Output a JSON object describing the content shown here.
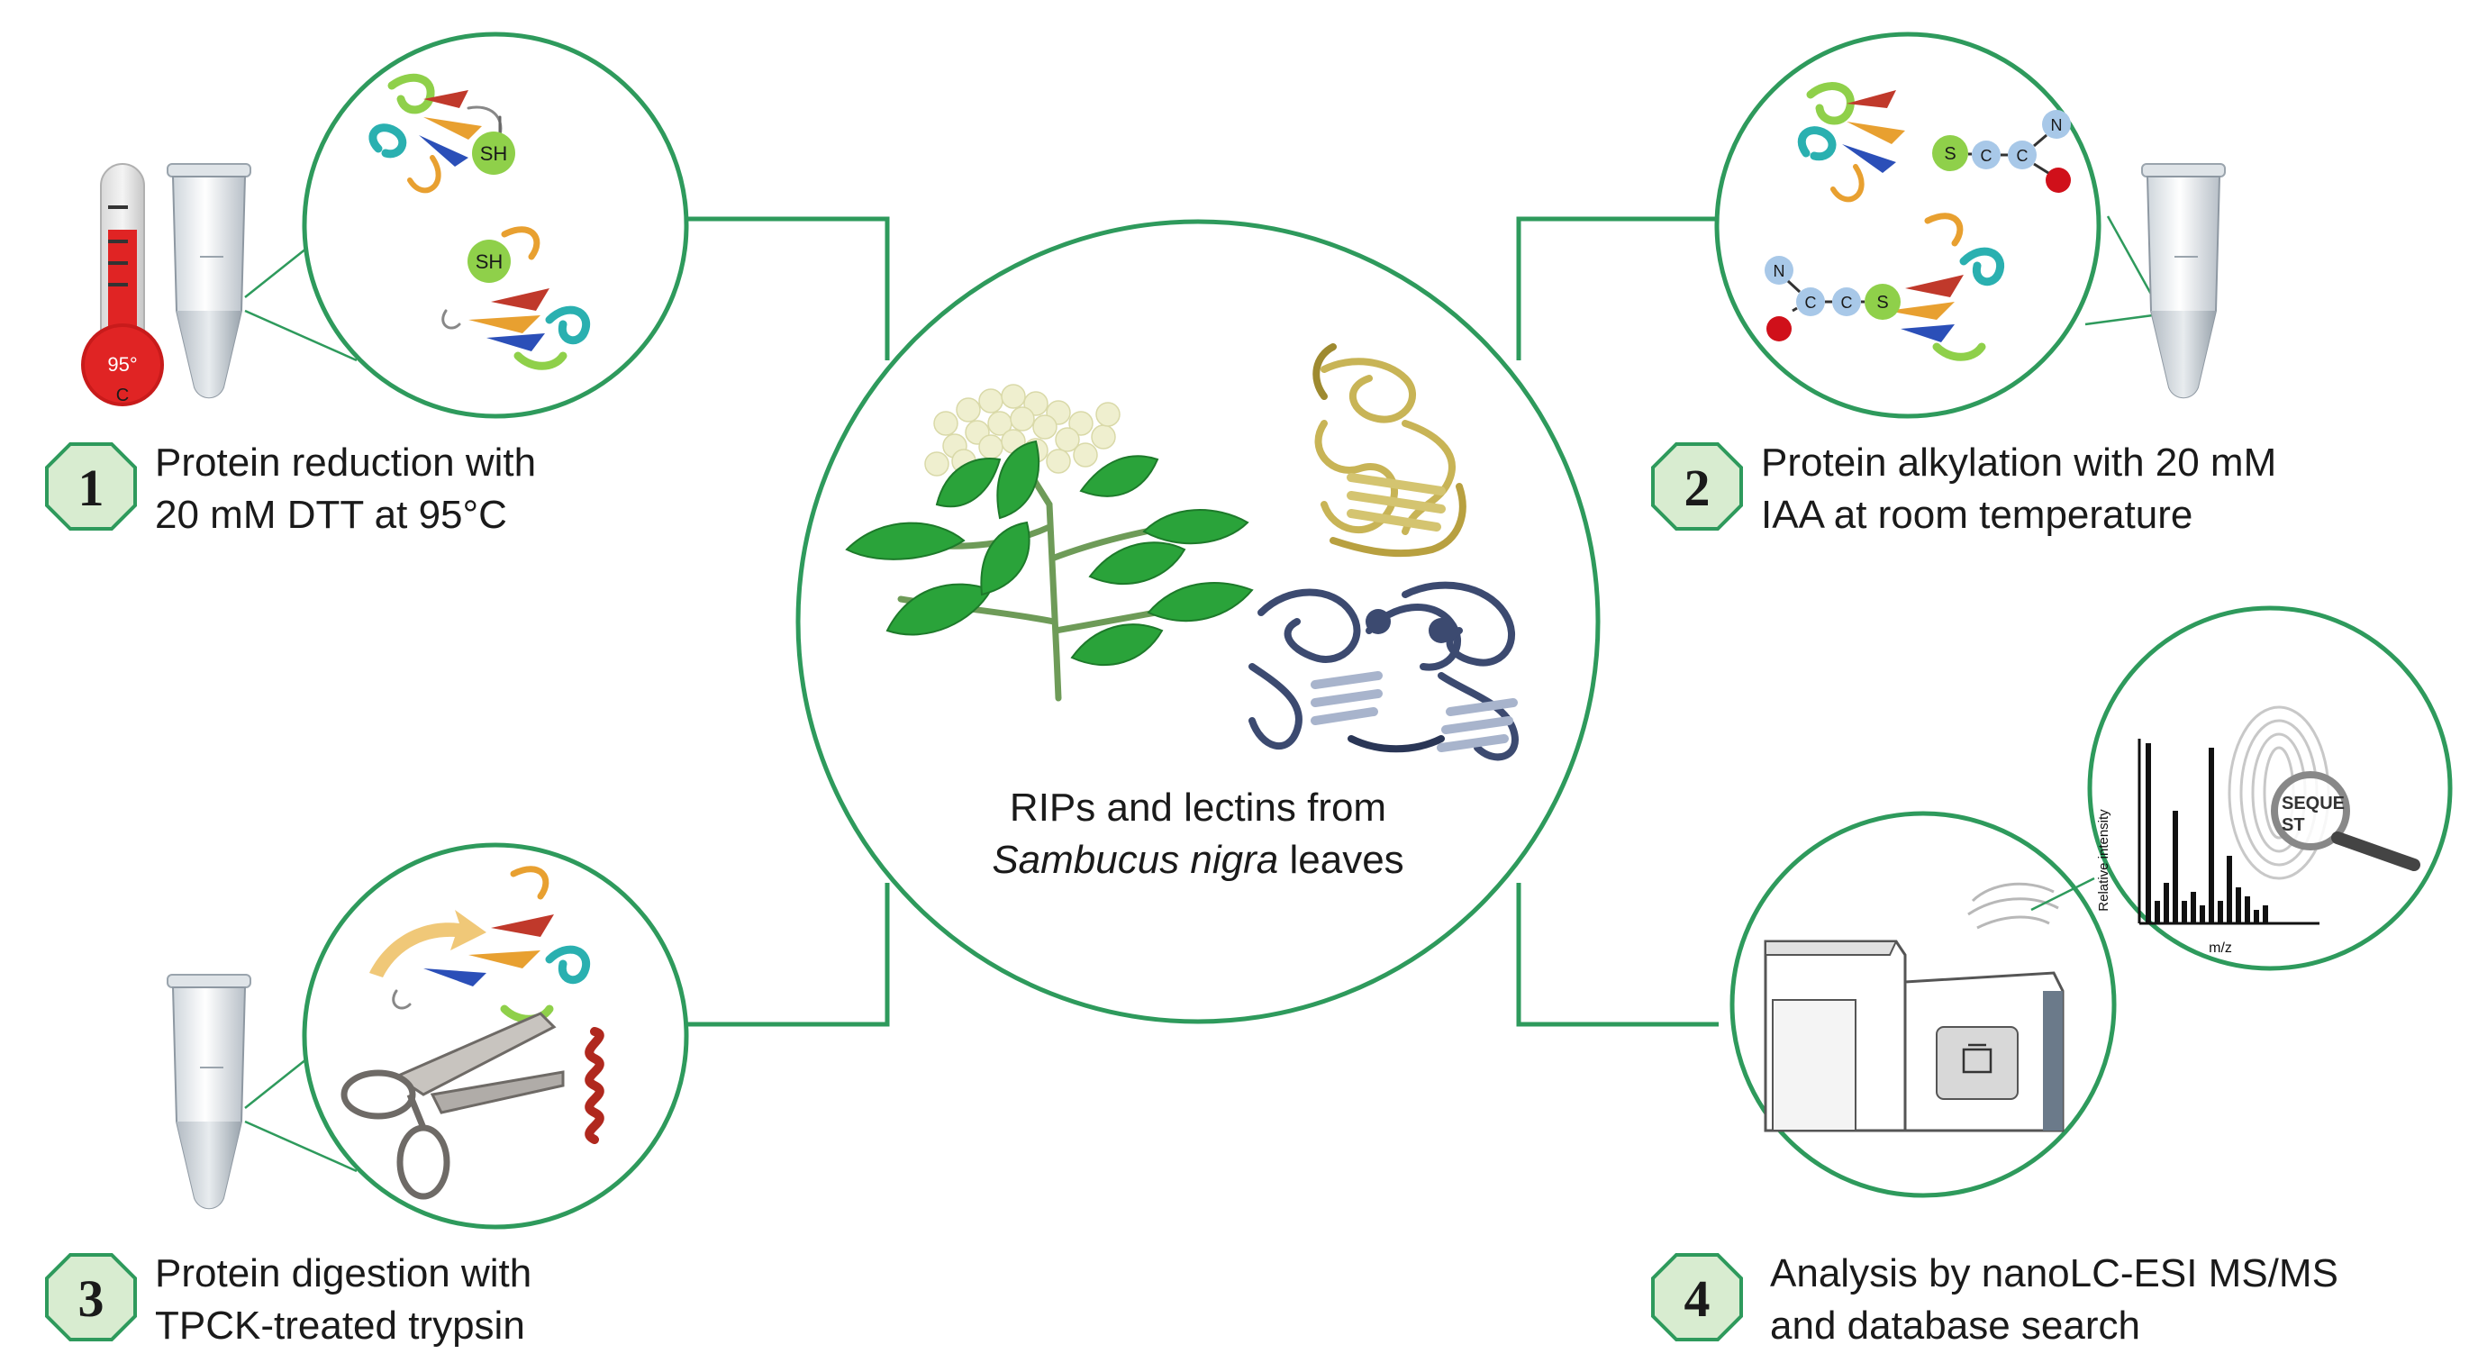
{
  "colors": {
    "outline_green": "#2e9a5c",
    "badge_fill": "#d8ecd0",
    "leaf_green": "#2aa33a",
    "flower": "#efefcf",
    "thermo_red": "#e02424",
    "helix_orange": "#e8a030",
    "strand_red": "#c0392b",
    "strand_blue": "#2b4fb8",
    "helix_teal": "#2ab0b0",
    "sh_green": "#8fd04a",
    "atom_blue": "#a8c8e8",
    "atom_red": "#d0101a",
    "rip_gold": "#c8b456",
    "lectin_navy": "#3c4a70"
  },
  "center": {
    "caption_line1": "RIPs and lectins from",
    "caption_italic": "Sambucus nigra",
    "caption_rest": " leaves"
  },
  "steps": [
    {
      "number": "1",
      "line1": "Protein reduction with",
      "line2": "20 mM DTT at 95°C"
    },
    {
      "number": "2",
      "line1": "Protein alkylation with 20 mM",
      "line2": "IAA at room temperature"
    },
    {
      "number": "3",
      "line1": "Protein digestion with",
      "line2": "TPCK-treated trypsin"
    },
    {
      "number": "4",
      "line1": "Analysis by nanoLC-ESI MS/MS",
      "line2": "and database search"
    }
  ],
  "thermometer": {
    "value_label": "95°",
    "unit_label": "C"
  },
  "step1_labels": {
    "sh_top": "SH",
    "sh_bottom": "SH"
  },
  "step2_labels": {
    "top_s": "S",
    "top_c1": "C",
    "top_c2": "C",
    "top_n": "N",
    "bot_n": "N",
    "bot_c1": "C",
    "bot_c2": "C",
    "bot_s": "S"
  },
  "spectrum": {
    "y_label": "Relative intensity",
    "x_label": "m/z",
    "magnifier_text_line1": "SEQUE",
    "magnifier_text_line2": "ST"
  }
}
